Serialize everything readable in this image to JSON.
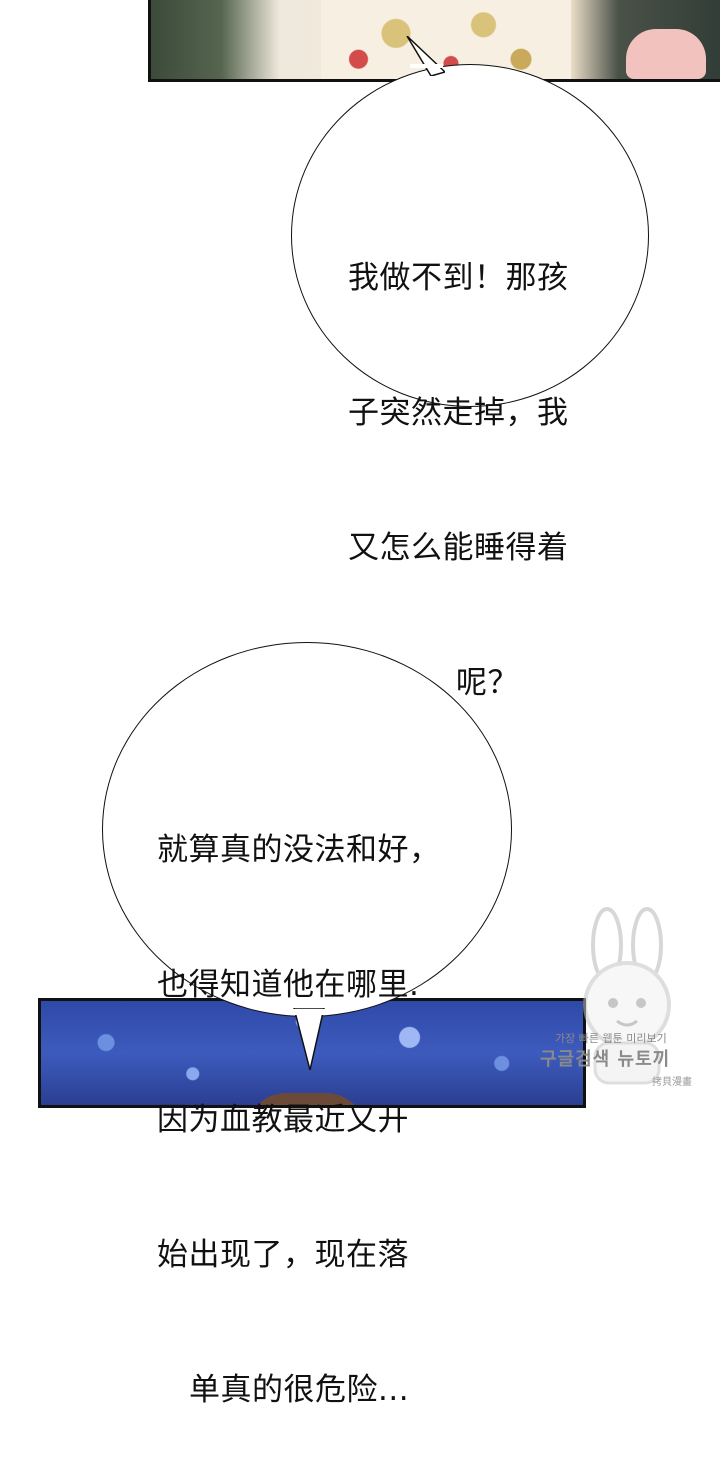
{
  "bubble_1": {
    "lines": [
      "我做不到！那孩",
      "子突然走掉，我",
      "又怎么能睡得着",
      "呢？"
    ]
  },
  "bubble_2": {
    "lines": [
      "就算真的没法和好，",
      "也得知道他在哪里.",
      "因为血教最近又开",
      "始出现了，现在落",
      "单真的很危险..."
    ]
  },
  "watermark": {
    "line_1": "가장 빠른 웹툰 미리보기",
    "line_2": "구글검색 뉴토끼",
    "line_3": "拷貝漫畫",
    "icon": "bunny-mascot-icon"
  }
}
